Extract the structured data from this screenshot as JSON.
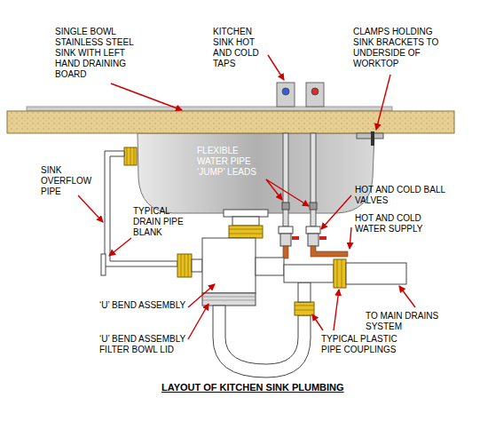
{
  "diagram": {
    "title": "LAYOUT OF KITCHEN SINK PLUMBING",
    "labels": [
      "SINGLE BOWL STAINLESS STEEL SINK WITH LEFT HAND DRAINING BOARD",
      "KITCHEN SINK HOT AND COLD TAPS",
      "CLAMPS HOLDING SINK BRACKETS TO UNDERSIDE OF WORKTOP",
      "FLEXIBLE WATER PIPE ‘JUMP’ LEADS",
      "HOT AND COLD BALL VALVES",
      "HOT AND COLD WATER SUPPLY",
      "SINK OVERFLOW PIPE",
      "TYPICAL DRAIN PIPE BLANK",
      "TO MAIN DRAINS SYSTEM",
      "‘U’ BEND ASSEMBLY",
      "‘U’ BEND ASSEMBLY FILTER BOWL LID",
      "TYPICAL PLASTIC PIPE COUPLINGS"
    ]
  }
}
